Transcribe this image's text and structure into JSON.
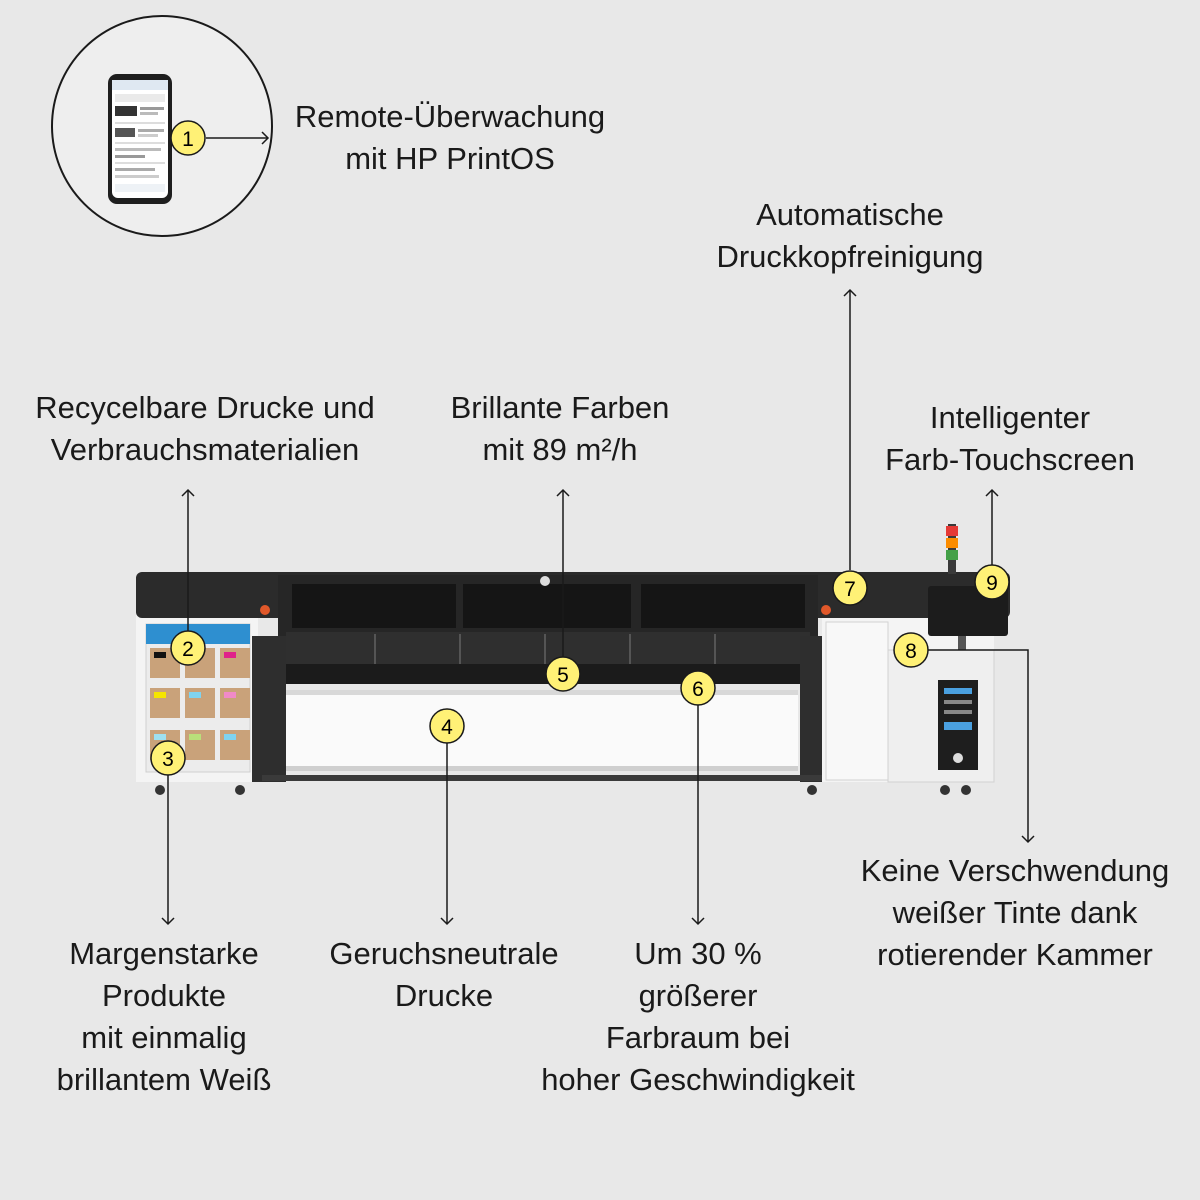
{
  "features": [
    {
      "number": "1",
      "lines": [
        "Remote-Überwachung",
        "mit HP PrintOS"
      ]
    },
    {
      "number": "2",
      "lines": [
        "Recycelbare Drucke und",
        "Verbrauchsmaterialien"
      ]
    },
    {
      "number": "3",
      "lines": [
        "Margenstarke",
        "Produkte",
        "mit einmalig",
        "brillantem Weiß"
      ]
    },
    {
      "number": "4",
      "lines": [
        "Geruchsneutrale",
        "Drucke"
      ]
    },
    {
      "number": "5",
      "lines": [
        "Brillante Farben",
        "mit 89 m²/h"
      ]
    },
    {
      "number": "6",
      "lines": [
        "Um 30 %",
        "größerer",
        "Farbraum bei",
        "hoher Geschwindigkeit"
      ]
    },
    {
      "number": "7",
      "lines": [
        "Automatische",
        "Druckkopfreinigung"
      ]
    },
    {
      "number": "8",
      "lines": [
        "Keine Verschwendung",
        "weißer Tinte dank",
        "rotierender Kammer"
      ]
    },
    {
      "number": "9",
      "lines": [
        "Intelligenter",
        "Farb-Touchscreen"
      ]
    }
  ],
  "colors": {
    "background": "#e8e8e8",
    "badge_fill": "#fff176",
    "printer_body": "#2b2b2b",
    "cabinet": "#f4f4f4",
    "media": "#fafafa"
  }
}
